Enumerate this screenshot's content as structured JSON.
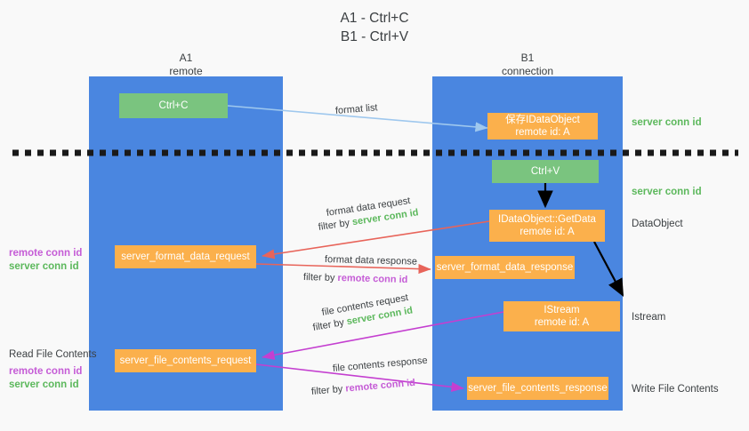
{
  "title": {
    "line1": "A1 - Ctrl+C",
    "line2": "B1 - Ctrl+V"
  },
  "columns": [
    {
      "name": "A1",
      "sub": "remote"
    },
    {
      "name": "B1",
      "sub": "connection"
    }
  ],
  "boxes": {
    "ctrl_c": "Ctrl+C",
    "ctrl_v": "Ctrl+V",
    "save_idataobject_l1": "保存IDataObject",
    "save_idataobject_l2": "remote id: A",
    "getdata_l1": "IDataObject::GetData",
    "getdata_l2": "remote id: A",
    "istream_l1": "IStream",
    "istream_l2": "remote id: A",
    "server_format_data_request": "server_format_data_request",
    "server_format_data_response": "server_format_data_response",
    "server_file_contents_request": "server_file_contents_request",
    "server_file_contents_response": "server_file_contents_response"
  },
  "right_labels": {
    "server_conn_id_top": "server conn id",
    "server_conn_id_mid": "server conn id",
    "dataobject": "DataObject",
    "istream": "Istream",
    "write_file_contents": "Write File Contents"
  },
  "left_labels": {
    "format_block_remote": "remote conn id",
    "format_block_server": "server conn id",
    "read_file_contents": "Read File Contents",
    "file_block_remote": "remote conn id",
    "file_block_server": "server conn id"
  },
  "annotations": {
    "format_list": "format list",
    "format_data_request": "format data request",
    "format_data_request_filter_prefix": "filter by ",
    "format_data_request_filter_value": "server conn id",
    "format_data_response": "format data response",
    "format_data_response_filter_prefix": "filter by ",
    "format_data_response_filter_value": "remote conn id",
    "file_contents_request": "file contents request",
    "file_contents_request_filter_prefix": "filter by ",
    "file_contents_request_filter_value": "server conn id",
    "file_contents_response": "file contents response",
    "file_contents_response_filter_prefix": "filter by ",
    "file_contents_response_filter_value": "remote conn id"
  },
  "colors": {
    "lane": "#4a86e0",
    "green_box": "#7ac47f",
    "orange_box": "#fbb04c",
    "green_text": "#5cb85c",
    "purple_text": "#c55cd6",
    "red_arrow": "#e8645a",
    "magenta_arrow": "#c43fd0",
    "light_blue_arrow": "#9fc8ee",
    "black_arrow": "#000000",
    "background": "#f9f9f9"
  }
}
